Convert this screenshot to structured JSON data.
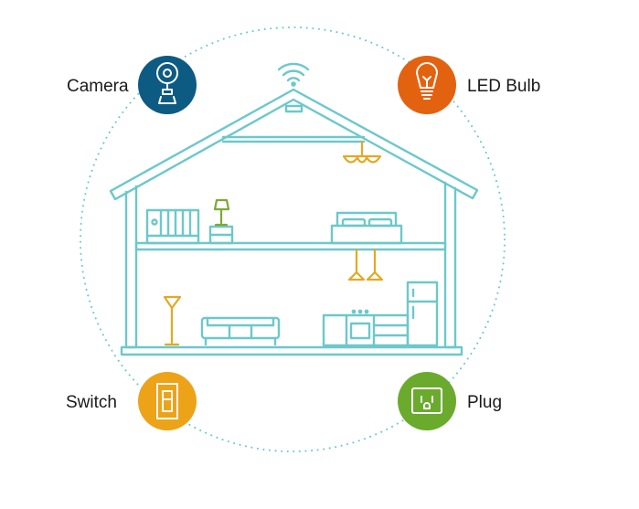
{
  "devices": {
    "camera": {
      "label": "Camera",
      "color": "#0d5b82",
      "icon": "camera-icon"
    },
    "led_bulb": {
      "label": "LED Bulb",
      "color": "#e3620f",
      "icon": "light-bulb-icon"
    },
    "switch": {
      "label": "Switch",
      "color": "#eda318",
      "icon": "light-switch-icon"
    },
    "plug": {
      "label": "Plug",
      "color": "#6aaa2d",
      "icon": "power-outlet-icon"
    }
  },
  "colors": {
    "house_line": "#6cc8cb",
    "fixture": "#e5a823",
    "lamp": "#7ea835",
    "dotted_circle": "#6cc8cb"
  }
}
